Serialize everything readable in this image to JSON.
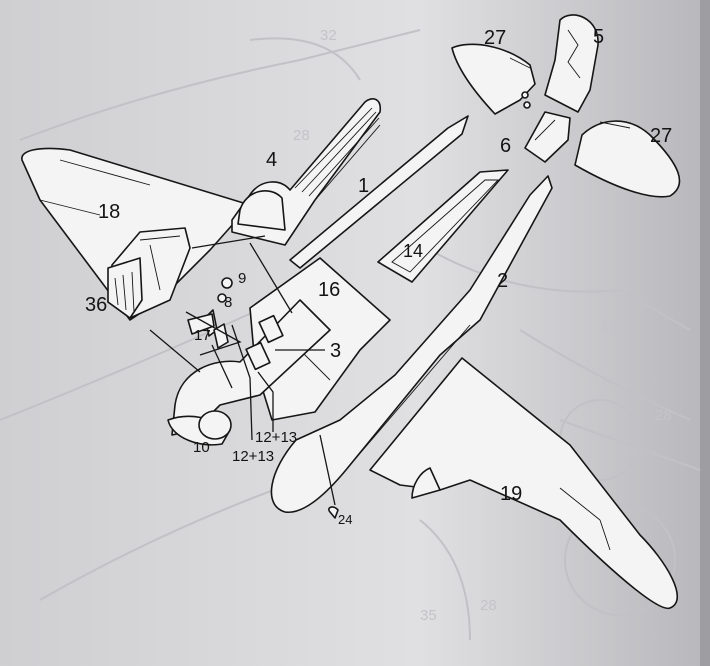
{
  "diagram": {
    "labels": {
      "p1": "1",
      "p2": "2",
      "p3": "3",
      "p4": "4",
      "p5": "5",
      "p6": "6",
      "p8": "8",
      "p9": "9",
      "p10": "10",
      "p12a": "12+13",
      "p12b": "12+13",
      "p14": "14",
      "p16": "16",
      "p17": "17",
      "p18": "18",
      "p19": "19",
      "p24": "24",
      "p27a": "27",
      "p27b": "27",
      "p36": "36"
    },
    "colors": {
      "paper_edge": "#9e9da2",
      "paper": "#dcdcde",
      "ink": "#161616",
      "part_fill": "#f4f4f4",
      "bleed_through": "#c2c2c6"
    }
  }
}
